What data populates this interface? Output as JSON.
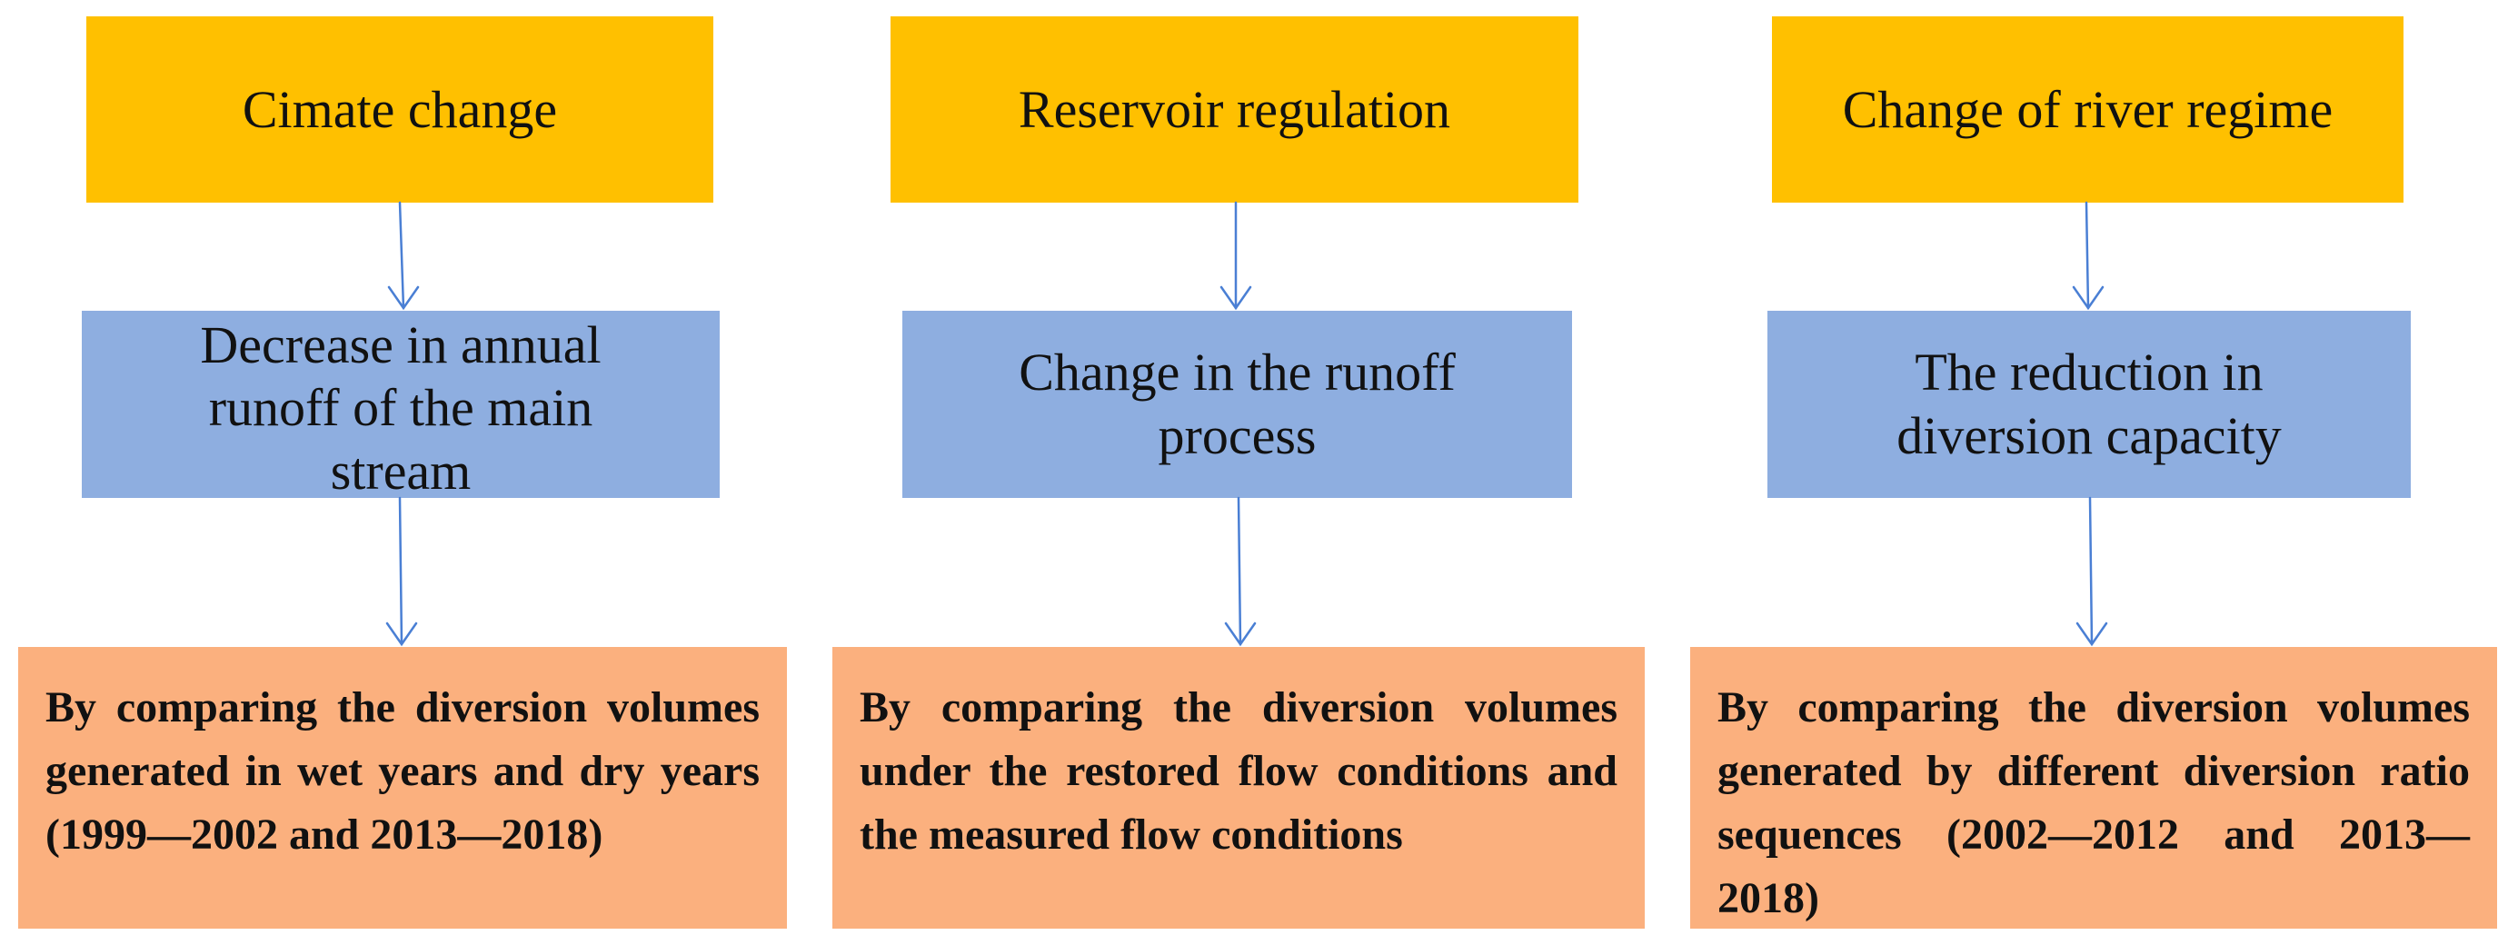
{
  "columns": [
    {
      "cause": "Cimate change",
      "effect": "Decrease in annual runoff of the main stream",
      "method": "By comparing the diversion volumes generated in wet years and dry years (1999—2002 and 2013—2018)"
    },
    {
      "cause": "Reservoir regulation",
      "effect": "Change in the runoff process",
      "method": "By comparing the diversion volumes under the restored flow conditions and the measured flow conditions"
    },
    {
      "cause": "Change of river regime",
      "effect": "The reduction in diversion capacity",
      "method": "By comparing the diversion volumes generated by different diversion ratio sequences (2002—2012 and 2013—2018)"
    }
  ],
  "colors": {
    "cause_fill": "#FFC000",
    "effect_fill": "#8EAEE0",
    "method_fill": "#FBB07E",
    "arrow": "#4A7FD4"
  }
}
